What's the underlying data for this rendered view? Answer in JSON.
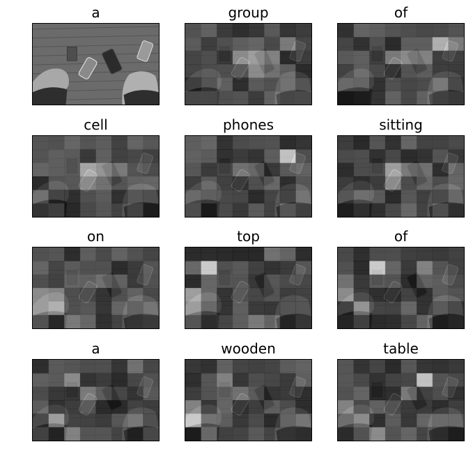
{
  "figure": {
    "panels": [
      {
        "word": "a"
      },
      {
        "word": "group"
      },
      {
        "word": "of"
      },
      {
        "word": "cell"
      },
      {
        "word": "phones"
      },
      {
        "word": "sitting"
      },
      {
        "word": "on"
      },
      {
        "word": "top"
      },
      {
        "word": "of"
      },
      {
        "word": "a"
      },
      {
        "word": "wooden"
      },
      {
        "word": "table"
      }
    ]
  }
}
